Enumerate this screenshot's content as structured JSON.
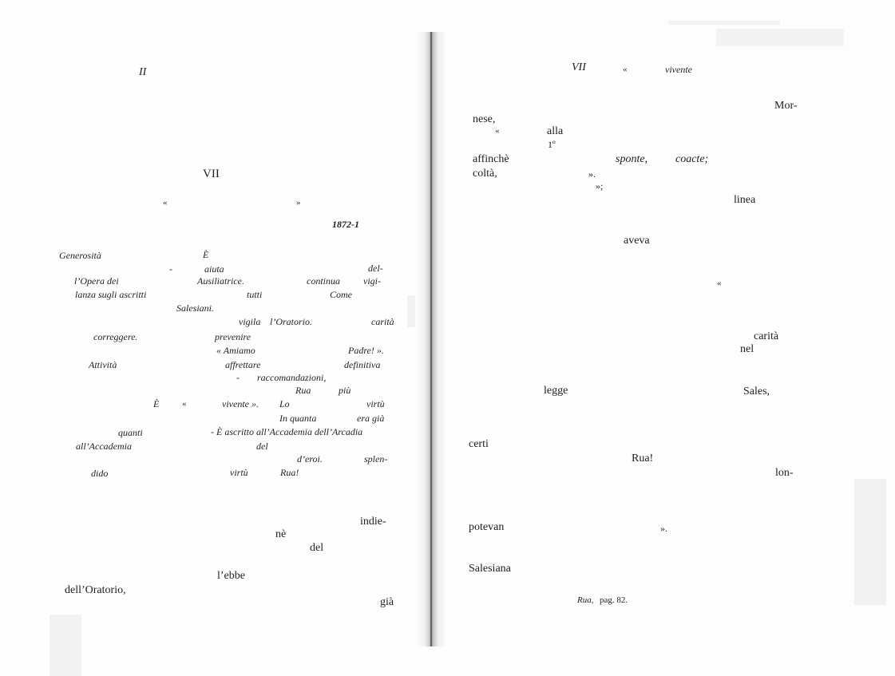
{
  "left_page": {
    "running_head": "II",
    "chapter_number": "VII",
    "quote_open": "«",
    "quote_close": "»",
    "years": "1872-1",
    "summary": {
      "s1": "Generosità",
      "s2": "È",
      "s3": "-",
      "s4": "aiuta",
      "s5": "del-",
      "s6": "l’Opera dei",
      "s7": "Ausiliatrice.",
      "s8": "continua",
      "s9": "vigi-",
      "s10": "lanza sugli ascritti",
      "s11": "tutti",
      "s12": "Come",
      "s13": "Salesiani.",
      "s14": "vigila",
      "s15": "l’Oratorio.",
      "s16": "carità",
      "s17": "correggere.",
      "s18": "prevenire",
      "s19": "« Amiamo",
      "s20": "Padre! ».",
      "s21": "Attività",
      "s22": "affrettare",
      "s23": "definitiva",
      "s24": "-",
      "s25": "raccomandazioni,",
      "s26": "Rua",
      "s27": "più",
      "s28": "È",
      "s29": "«",
      "s30": "vivente ».",
      "s31": "Lo",
      "s32": "virtù",
      "s33": "In quanta",
      "s34": "era già",
      "s35": "quanti",
      "s36": "- È ascritto all’Accademia dell’Arcadia",
      "s37": "all’Accademia",
      "s38": "del",
      "s39": "d’eroi.",
      "s40": "splen-",
      "s41": "dido",
      "s42": "virtù",
      "s43": "Rua!"
    },
    "body": {
      "b1": "indie-",
      "b2": "nè",
      "b3": "del",
      "b4": "l’ebbe",
      "b5": "dell’Oratorio,",
      "b6": "già"
    }
  },
  "right_page": {
    "running_head_number": "VII",
    "running_head_quote": "«",
    "running_head_word": "vivente",
    "body": {
      "r1": "Mor-",
      "r2": "nese,",
      "r3": "«",
      "r4": "alla",
      "r5": "1º",
      "r6": "affinchè",
      "r7": "sponte,",
      "r8": "coacte;",
      "r9": "coltà,",
      "r10": "».",
      "r11": "»;",
      "r12": "linea",
      "r13": "aveva",
      "r14": "«",
      "r15": "carità",
      "r16": "nel",
      "r17": "legge",
      "r18": "Sales,",
      "r19": "certi",
      "r20": "Rua!",
      "r21": "lon-",
      "r22": "potevan",
      "r23": "».",
      "r24": "Salesiana"
    },
    "footnote": {
      "word": "Rua,",
      "page": "pag. 82."
    }
  }
}
